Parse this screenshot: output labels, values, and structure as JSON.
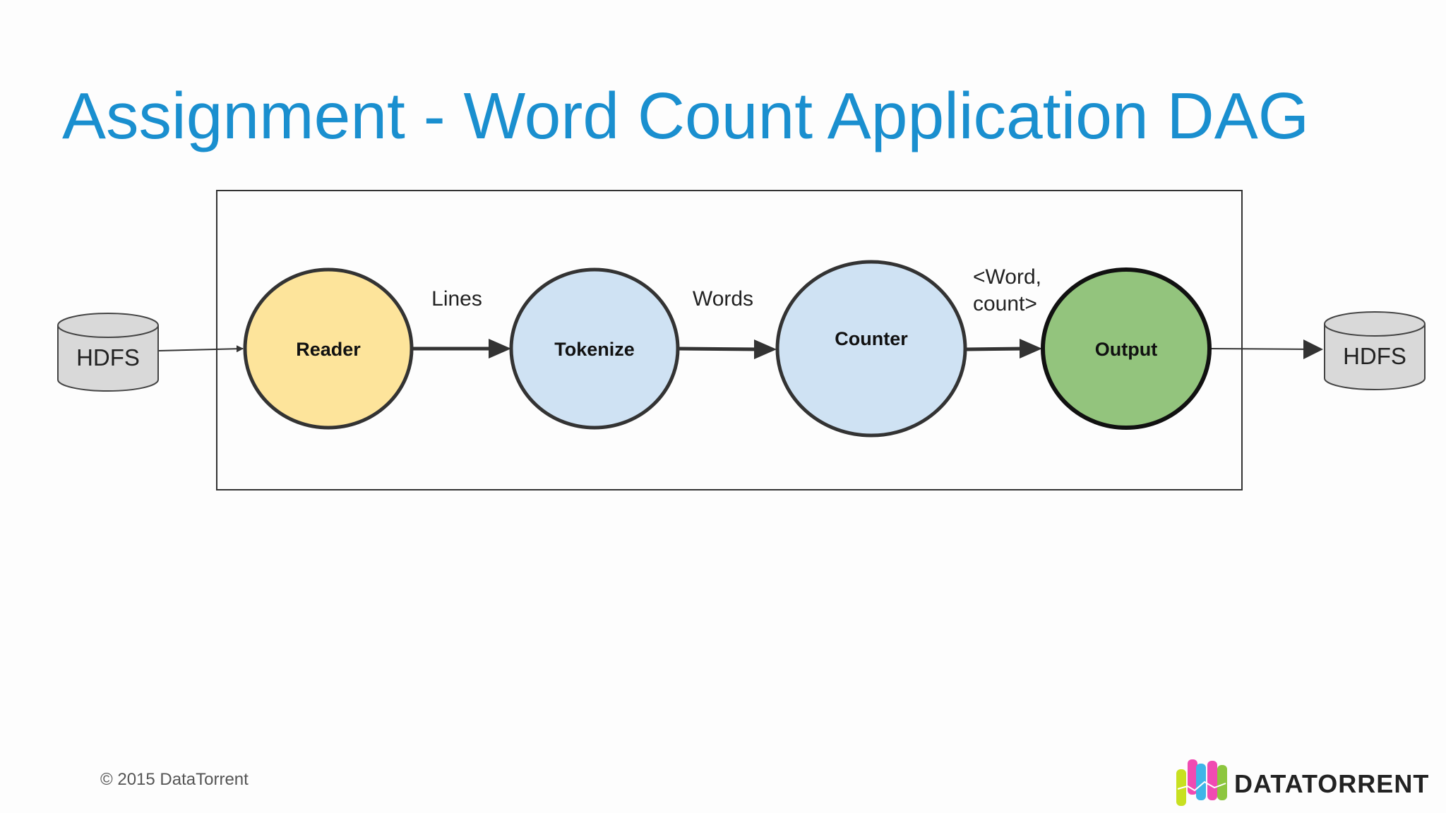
{
  "title": "Assignment - Word Count Application DAG",
  "diagram": {
    "sources": [
      {
        "id": "hdfs-in",
        "label": "HDFS"
      },
      {
        "id": "hdfs-out",
        "label": "HDFS"
      }
    ],
    "operators": [
      {
        "id": "reader",
        "label": "Reader",
        "fill": "#fde49b"
      },
      {
        "id": "tokenize",
        "label": "Tokenize",
        "fill": "#cfe2f3"
      },
      {
        "id": "counter",
        "label": "Counter",
        "fill": "#cfe2f3"
      },
      {
        "id": "output",
        "label": "Output",
        "fill": "#93c47d"
      }
    ],
    "edges": [
      {
        "from": "hdfs-in",
        "to": "reader",
        "label": ""
      },
      {
        "from": "reader",
        "to": "tokenize",
        "label": "Lines"
      },
      {
        "from": "tokenize",
        "to": "counter",
        "label": "Words"
      },
      {
        "from": "counter",
        "to": "output",
        "label": "<Word, count>"
      },
      {
        "from": "output",
        "to": "hdfs-out",
        "label": ""
      }
    ],
    "edge_label_lines": {
      "counter_output": [
        "<Word,",
        "count>"
      ]
    }
  },
  "footer": {
    "copyright": "© 2015 DataTorrent",
    "brand": "DataTorrent"
  },
  "colors": {
    "title": "#1a8fcf",
    "cylinder_fill": "#d9d9d9",
    "stroke": "#333333",
    "logo_colors": [
      "#c8e021",
      "#f04bb2",
      "#3fb5e8",
      "#8dc63f"
    ]
  },
  "icons": [
    "datatorrent-logo-icon",
    "hdfs-cylinder-icon"
  ]
}
